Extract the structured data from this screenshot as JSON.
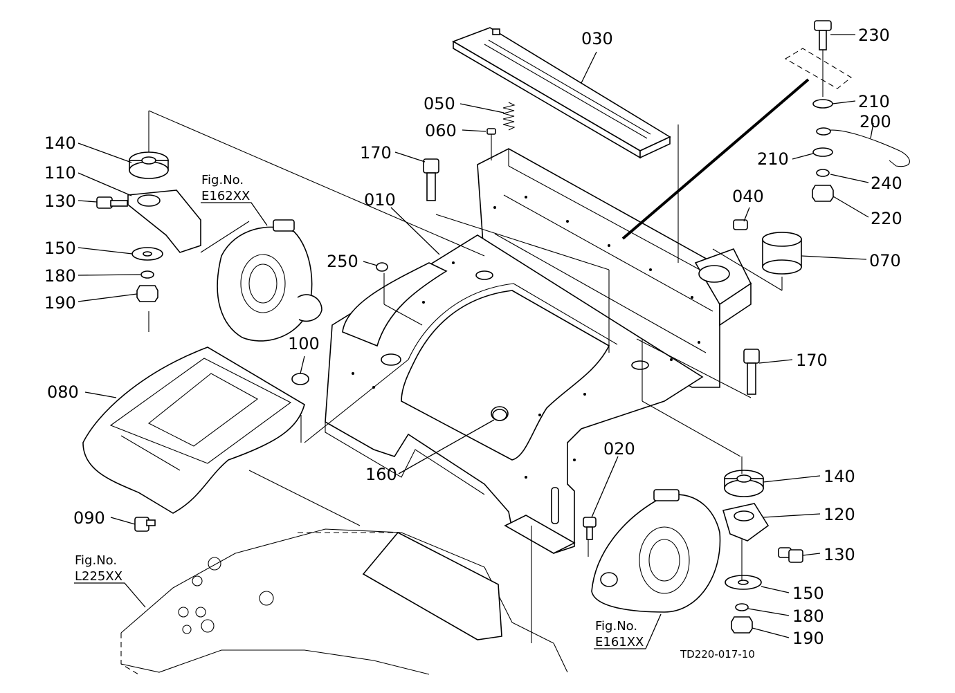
{
  "diagram": {
    "drawing_code": "TD220-017-10",
    "callouts": [
      {
        "id": "c030",
        "label": "030"
      },
      {
        "id": "c230",
        "label": "230"
      },
      {
        "id": "c210a",
        "label": "210"
      },
      {
        "id": "c200",
        "label": "200"
      },
      {
        "id": "c210b",
        "label": "210"
      },
      {
        "id": "c240",
        "label": "240"
      },
      {
        "id": "c220",
        "label": "220"
      },
      {
        "id": "c050",
        "label": "050"
      },
      {
        "id": "c060",
        "label": "060"
      },
      {
        "id": "c170a",
        "label": "170"
      },
      {
        "id": "c010",
        "label": "010"
      },
      {
        "id": "c040",
        "label": "040"
      },
      {
        "id": "c070",
        "label": "070"
      },
      {
        "id": "c140a",
        "label": "140"
      },
      {
        "id": "c110",
        "label": "110"
      },
      {
        "id": "c130a",
        "label": "130"
      },
      {
        "id": "c150a",
        "label": "150"
      },
      {
        "id": "c180a",
        "label": "180"
      },
      {
        "id": "c190a",
        "label": "190"
      },
      {
        "id": "c250",
        "label": "250"
      },
      {
        "id": "c100",
        "label": "100"
      },
      {
        "id": "c080",
        "label": "080"
      },
      {
        "id": "c170b",
        "label": "170"
      },
      {
        "id": "c160",
        "label": "160"
      },
      {
        "id": "c020",
        "label": "020"
      },
      {
        "id": "c140b",
        "label": "140"
      },
      {
        "id": "c120",
        "label": "120"
      },
      {
        "id": "c090",
        "label": "090"
      },
      {
        "id": "c130b",
        "label": "130"
      },
      {
        "id": "c150b",
        "label": "150"
      },
      {
        "id": "c180b",
        "label": "180"
      },
      {
        "id": "c190b",
        "label": "190"
      }
    ],
    "figure_refs": [
      {
        "id": "e162",
        "line1": "Fig.No.",
        "line2": "E162XX"
      },
      {
        "id": "l225",
        "line1": "Fig.No.",
        "line2": "L225XX"
      },
      {
        "id": "e161",
        "line1": "Fig.No.",
        "line2": "E161XX"
      }
    ]
  }
}
